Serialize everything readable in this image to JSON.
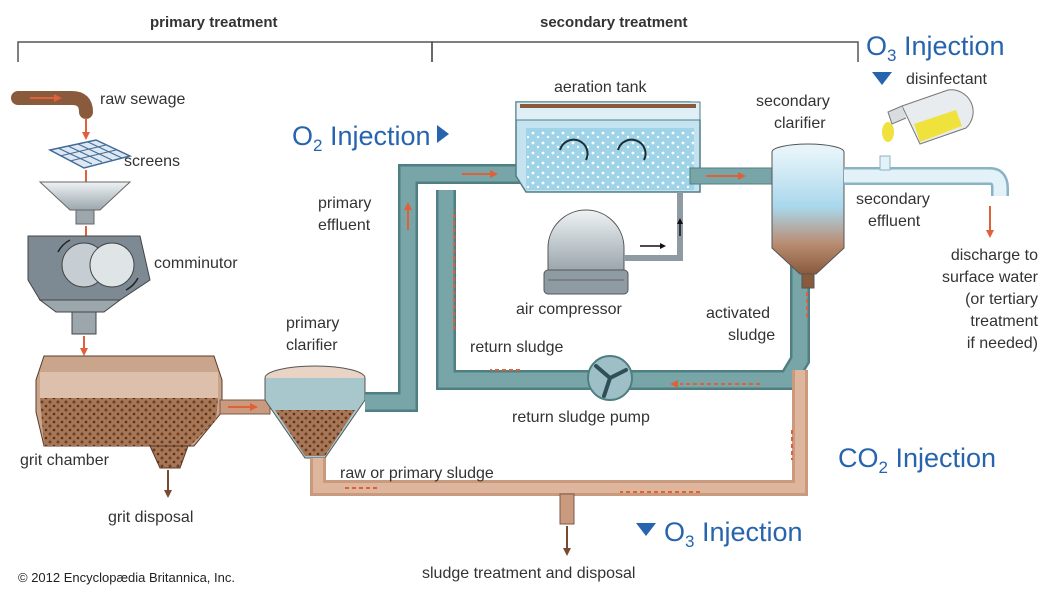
{
  "headers": {
    "primary": "primary treatment",
    "secondary": "secondary treatment"
  },
  "labels": {
    "raw_sewage": "raw sewage",
    "screens": "screens",
    "comminutor": "comminutor",
    "grit_chamber": "grit chamber",
    "grit_disposal": "grit disposal",
    "primary_clarifier_1": "primary",
    "primary_clarifier_2": "clarifier",
    "primary_effluent_1": "primary",
    "primary_effluent_2": "effluent",
    "aeration_tank": "aeration tank",
    "air_compressor": "air compressor",
    "return_sludge": "return sludge",
    "return_sludge_pump": "return sludge pump",
    "raw_primary_sludge": "raw or primary sludge",
    "sludge_treatment": "sludge treatment and disposal",
    "secondary_clarifier_1": "secondary",
    "secondary_clarifier_2": "clarifier",
    "activated_sludge_1": "activated",
    "activated_sludge_2": "sludge",
    "disinfectant": "disinfectant",
    "secondary_effluent_1": "secondary",
    "secondary_effluent_2": "effluent",
    "discharge_1": "discharge to",
    "discharge_2": "surface water",
    "discharge_3": "(or tertiary",
    "discharge_4": "treatment",
    "discharge_5": "if needed)"
  },
  "injections": {
    "o2": {
      "prefix": "O",
      "sub": "2",
      "suffix": " Injection"
    },
    "o3_top": {
      "prefix": "O",
      "sub": "3",
      "suffix": " Injection"
    },
    "co2": {
      "prefix": "CO",
      "sub": "2",
      "suffix": " Injection"
    },
    "o3_bottom": {
      "prefix": "O",
      "sub": "3",
      "suffix": " Injection"
    }
  },
  "copyright": "© 2012 Encyclopædia Britannica, Inc.",
  "colors": {
    "pipe": "#78a6a8",
    "pipe_dark": "#4f7f82",
    "flow_arrow": "#e0603a",
    "sludge_pipe": "#c99a7e",
    "injection_blue": "#2764ae",
    "water": "#bfe0ef",
    "sludge": "#8a5a3c"
  }
}
